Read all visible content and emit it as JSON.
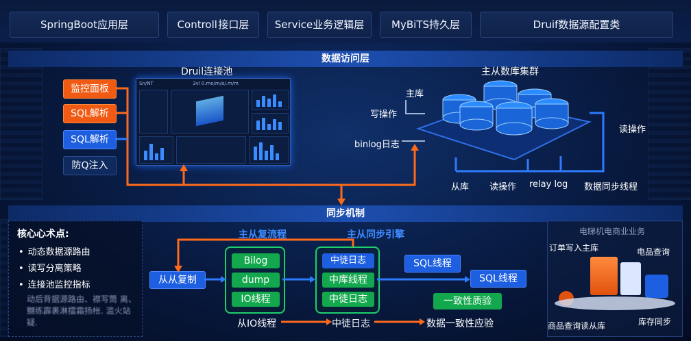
{
  "top_tabs": [
    "SpringBoot应用层",
    "Controll 接口层",
    "Service业务逻辑层",
    "MyBiTS持久层",
    "Druif数据源配置类"
  ],
  "band_access": "数据访问层",
  "band_sync": "同步机制",
  "left_buttons": [
    "监控面板",
    "SQL解析",
    "SQL解析",
    "防Q注入"
  ],
  "druid_title": "Druil连接池",
  "dash_header": "3vl 0.mo/m/e/.m/m",
  "dash_tag": "Sn/NT",
  "cluster_title": "主从数库集群",
  "cluster_labels": {
    "master": "主库",
    "write": "写操作",
    "binlog": "binlog日志",
    "read_right": "读操作",
    "slave": "从库",
    "read": "读操作",
    "relay": "relay log",
    "sync_thread": "数据同步线程"
  },
  "core": {
    "title": "核心心术点:",
    "items": [
      "动态数据源路由",
      "读写分离策略",
      "连接池监控指标"
    ],
    "blurred": "动后背据源路由、襟写筒 离、嬲练霹裹淋擂霜扬枨. 滥火站疑."
  },
  "sync": {
    "flow_title": "主从复流程",
    "engine_title": "主从同步引擎",
    "replicate": "从从复制",
    "green_left": [
      "Bilog",
      "dump",
      "IO线程"
    ],
    "green_right": [
      "中徒日志",
      "中库线程",
      "中徒日志"
    ],
    "sql1": "SQL线程",
    "sql2": "SQL线程",
    "consistency": "一致性质验",
    "bottom_io": "从IO线程",
    "bottom_relay": "中徒日志",
    "bottom_verify": "数据一致性应验"
  },
  "ecom": {
    "title": "电睇机电商业业务",
    "order": "订单写入主库",
    "product": "电品查询",
    "query_slave": "商品查询读从库",
    "stock": "库存同步"
  }
}
